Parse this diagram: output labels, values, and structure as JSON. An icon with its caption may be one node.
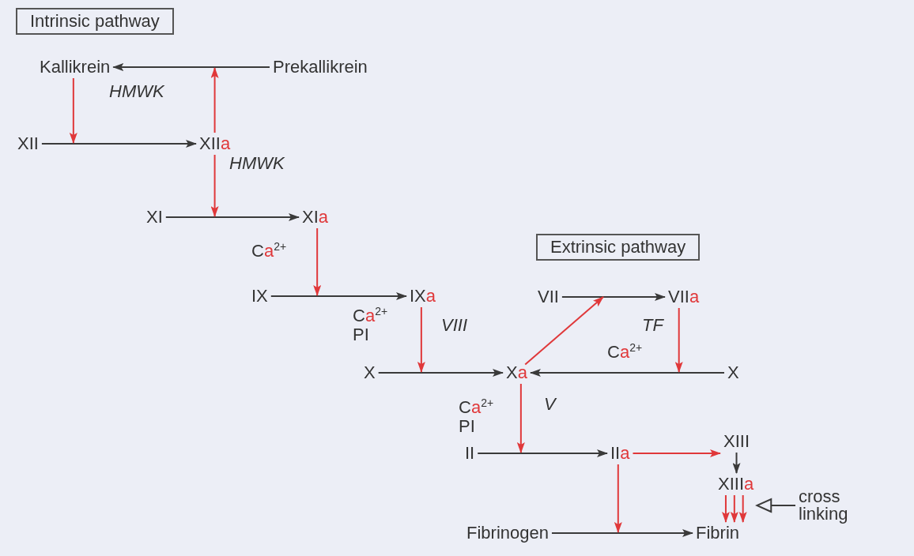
{
  "diagram": {
    "nodes": [
      {
        "text": [
          "Intrinsic pathway"
        ]
      },
      {
        "text": [
          "Kallikrein"
        ]
      },
      {
        "text": [
          "Prekallikrein"
        ]
      },
      {
        "text": [
          "XII"
        ]
      },
      {
        "text": [
          "XIIa"
        ]
      },
      {
        "text": [
          "XI"
        ]
      },
      {
        "text": [
          "XIa"
        ]
      },
      {
        "text": [
          "IX"
        ]
      },
      {
        "text": [
          "IXa"
        ]
      },
      {
        "text": [
          "Extrinsic pathway"
        ]
      },
      {
        "text": [
          "VII"
        ]
      },
      {
        "text": [
          "VIIa"
        ]
      },
      {
        "text": [
          "X"
        ]
      },
      {
        "text": [
          "Xa"
        ]
      },
      {
        "text": [
          "X"
        ]
      },
      {
        "text": [
          "II"
        ]
      },
      {
        "text": [
          "IIa"
        ]
      },
      {
        "text": [
          "XIII"
        ]
      },
      {
        "text": [
          "XIIIa"
        ]
      },
      {
        "text": [
          "Fibrinogen"
        ]
      },
      {
        "text": [
          "Fibrin"
        ]
      },
      {
        "text": [
          "cross linking"
        ]
      }
    ],
    "edges": [
      {
        "from": 2,
        "to": 1,
        "arrow": "to",
        "color": "#3a3a3a"
      },
      {
        "from": 3,
        "to": 4,
        "arrow": "to",
        "color": "#3a3a3a"
      },
      {
        "from": 5,
        "to": 6,
        "arrow": "to",
        "color": "#3a3a3a"
      },
      {
        "from": 7,
        "to": 8,
        "arrow": "to",
        "color": "#3a3a3a"
      },
      {
        "from": 10,
        "to": 11,
        "arrow": "to",
        "color": "#3a3a3a"
      },
      {
        "from": 12,
        "to": 13,
        "arrow": "to",
        "color": "#3a3a3a"
      },
      {
        "from": 14,
        "to": 13,
        "arrow": "to",
        "label": "Ca$^{2+}$",
        "color": "#3a3a3a"
      },
      {
        "from": 15,
        "to": 16,
        "arrow": "to",
        "color": "#3a3a3a"
      },
      {
        "from": 17,
        "to": 18,
        "arrow": "to",
        "color": "#3a3a3a"
      },
      {
        "from": 19,
        "to": 20,
        "arrow": "to",
        "color": "#3a3a3a"
      },
      {
        "from": 1,
        "to": null,
        "arrow": "to",
        "label": "HMWK"
      },
      {
        "from": 4,
        "to": null,
        "arrow": "to"
      },
      {
        "from": 4,
        "to": null,
        "arrow": "to",
        "label": "HMWK"
      },
      {
        "from": 6,
        "to": null,
        "arrow": "to",
        "label": "Ca$^{2+}$"
      },
      {
        "from": 8,
        "to": null,
        "arrow": "to",
        "label": "VIII"
      },
      {
        "from": 13,
        "to": null,
        "arrow": "to"
      },
      {
        "from": 11,
        "to": null,
        "arrow": "to",
        "label": "TF"
      },
      {
        "from": 13,
        "to": null,
        "arrow": "to",
        "label": "V"
      },
      {
        "from": 16,
        "to": 17,
        "arrow": "to"
      },
      {
        "from": 16,
        "to": null,
        "arrow": "to"
      },
      {
        "from": 18,
        "to": 20,
        "arrow": "to"
      },
      {
        "from": 18,
        "to": 20,
        "arrow": "to"
      },
      {
        "from": 18,
        "to": 20,
        "arrow": "to"
      },
      {
        "from": 21,
        "to": 18,
        "arrow": "to",
        "color": "#3a3a3a"
      }
    ],
    "labels": [
      "Ca$^{2+}$ PI",
      "Ca$^{2+}$ PI"
    ]
  }
}
